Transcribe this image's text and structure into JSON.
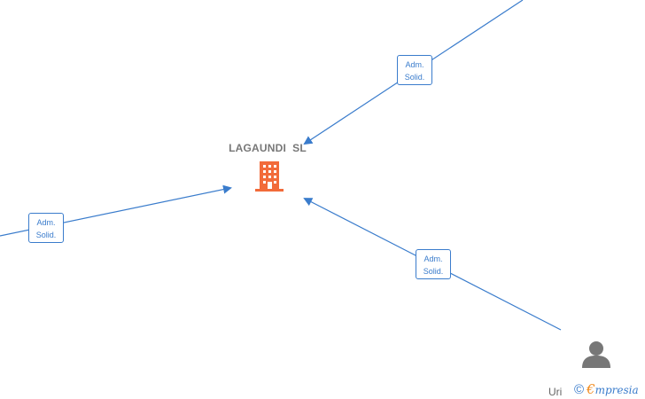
{
  "company": {
    "name": "LAGAUNDI  SL"
  },
  "edges": [
    {
      "id": "top-right",
      "label_line1": "Adm.",
      "label_line2": "Solid."
    },
    {
      "id": "left",
      "label_line1": "Adm.",
      "label_line2": "Solid."
    },
    {
      "id": "bottom-right",
      "label_line1": "Adm.",
      "label_line2": "Solid."
    }
  ],
  "person": {
    "name": "Uri"
  },
  "brand": {
    "copyright_symbol": "©",
    "logo_initial": "€",
    "logo_rest": "mpresia"
  },
  "colors": {
    "edge": "#3a7ccc",
    "company_icon": "#f26b3a",
    "person_icon": "#777777",
    "brand_accent": "#f28a1c"
  }
}
